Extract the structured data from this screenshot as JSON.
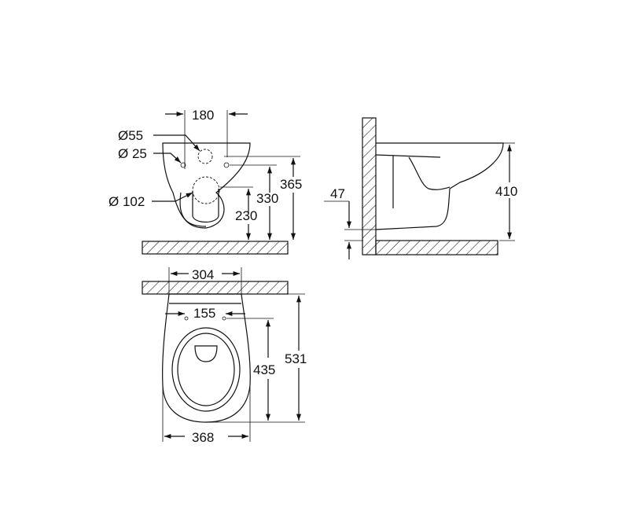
{
  "drawing": {
    "front_view": {
      "dimensions": {
        "fixing_spacing_top": "180",
        "inlet_diameter": "Ø55",
        "fixing_hole_diameter": "Ø 25",
        "outlet_diameter": "Ø 102",
        "outlet_height": "230",
        "fixing_height": "330",
        "top_height": "365"
      }
    },
    "side_view": {
      "dimensions": {
        "wall_offset": "47",
        "overall_height": "410"
      }
    },
    "top_view": {
      "dimensions": {
        "rear_width": "304",
        "fixing_spacing": "155",
        "fixing_to_front": "435",
        "overall_depth": "531",
        "overall_width": "368"
      }
    }
  }
}
